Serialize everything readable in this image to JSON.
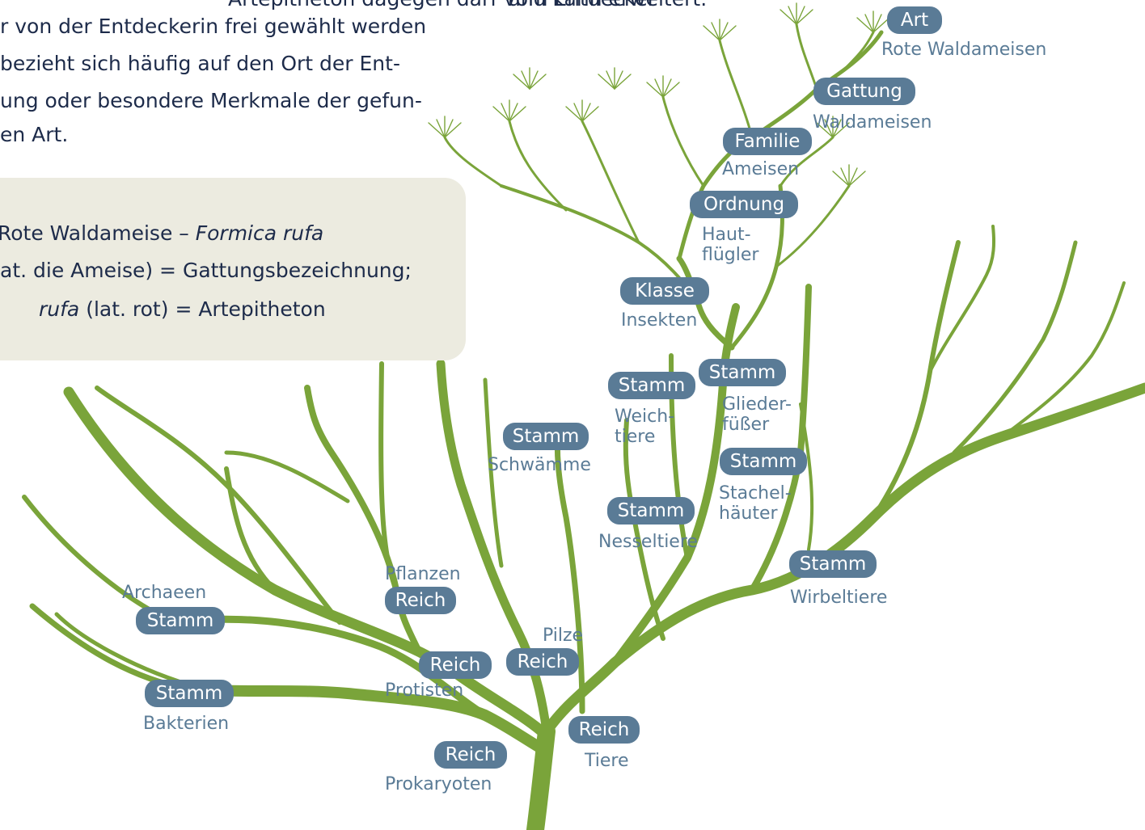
{
  "text_fragments": [
    "Artepitheton dagegen darf vom Entdecker",
    "r von der Entdeckerin frei gewählt werden",
    "bezieht sich häufig auf den Ort der Ent-",
    "ung oder besondere Merkmale der gefun-",
    "en Art.",
    "und kann erweitert."
  ],
  "info_box": {
    "line1_prefix": "Rote Waldameise – ",
    "line1_italic": "Formica rufa",
    "line2": "at. die Ameise) = Gattungsbezeichnung;",
    "line3_italic": "rufa",
    "line3_rest": " (lat. rot) = Artepitheton"
  },
  "tree": {
    "branch_color": "#7aa43a",
    "badge_color": "#5a7b96",
    "label_color": "#5a7b96",
    "nodes": [
      {
        "rank": "Art",
        "name": "Rote Waldameisen"
      },
      {
        "rank": "Gattung",
        "name": "Waldameisen"
      },
      {
        "rank": "Familie",
        "name": "Ameisen"
      },
      {
        "rank": "Ordnung",
        "name": "Haut-\nflügler"
      },
      {
        "rank": "Klasse",
        "name": "Insekten"
      },
      {
        "rank": "Stamm",
        "name": "Glieder-\nfüßer"
      },
      {
        "rank": "Stamm",
        "name": "Weich-\ntiere"
      },
      {
        "rank": "Stamm",
        "name": "Schwämme"
      },
      {
        "rank": "Stamm",
        "name": "Stachel-\nhäuter"
      },
      {
        "rank": "Stamm",
        "name": "Nesseltiere"
      },
      {
        "rank": "Stamm",
        "name": "Wirbeltiere"
      },
      {
        "rank": "Reich",
        "name": "Pflanzen"
      },
      {
        "rank": "Stamm",
        "name": "Archaeen"
      },
      {
        "rank": "Reich",
        "name": "Pilze"
      },
      {
        "rank": "Reich",
        "name": "Protisten"
      },
      {
        "rank": "Stamm",
        "name": "Bakterien"
      },
      {
        "rank": "Reich",
        "name": "Tiere"
      },
      {
        "rank": "Reich",
        "name": "Prokaryoten"
      }
    ]
  }
}
